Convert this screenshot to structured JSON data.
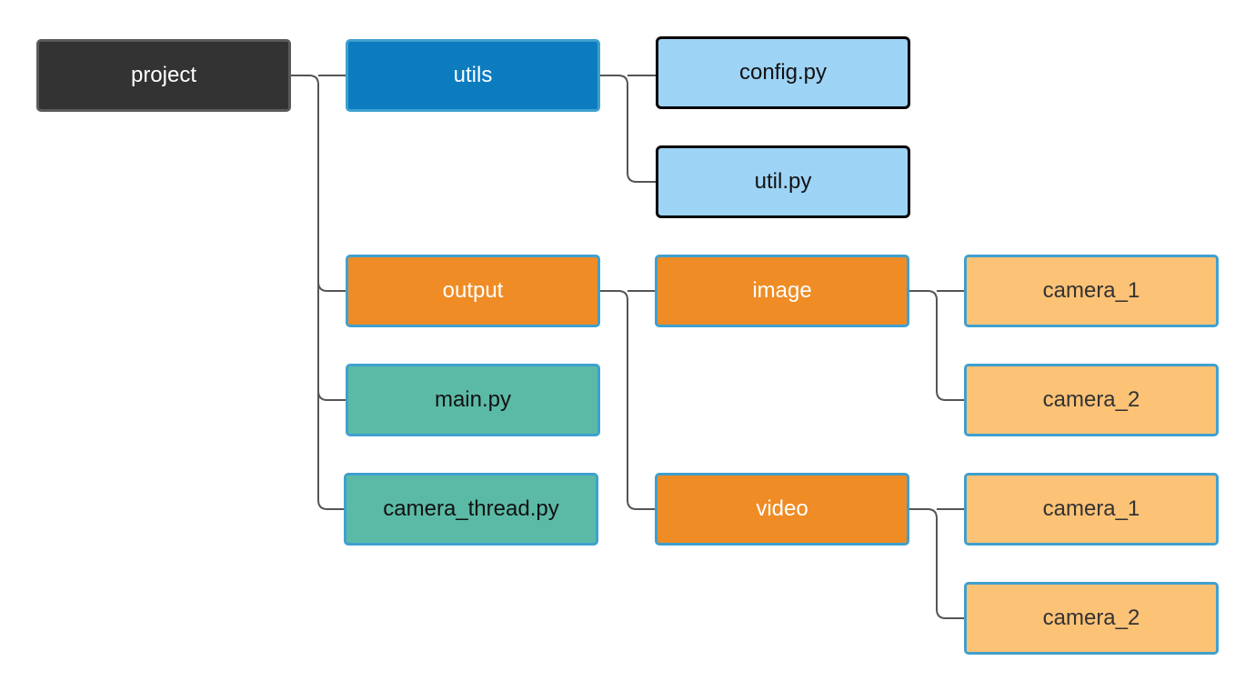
{
  "diagram": {
    "nodes": {
      "project": {
        "label": "project",
        "fill": "#333333",
        "text_color": "#ffffff"
      },
      "utils": {
        "label": "utils",
        "fill": "#0c7cbf",
        "text_color": "#ffffff"
      },
      "config": {
        "label": "config.py",
        "fill": "#9dd3f5",
        "text_color": "#111111"
      },
      "util": {
        "label": "util.py",
        "fill": "#9dd3f5",
        "text_color": "#111111"
      },
      "output": {
        "label": "output",
        "fill": "#ef8c25",
        "text_color": "#ffffff"
      },
      "main": {
        "label": "main.py",
        "fill": "#5bbaa6",
        "text_color": "#111111"
      },
      "camera_thread": {
        "label": "camera_thread.py",
        "fill": "#5bbaa6",
        "text_color": "#111111"
      },
      "image": {
        "label": "image",
        "fill": "#ef8c25",
        "text_color": "#ffffff"
      },
      "video": {
        "label": "video",
        "fill": "#ef8c25",
        "text_color": "#ffffff"
      },
      "image_camera_1": {
        "label": "camera_1",
        "fill": "#fcc276",
        "text_color": "#333333"
      },
      "image_camera_2": {
        "label": "camera_2",
        "fill": "#fcc276",
        "text_color": "#333333"
      },
      "video_camera_1": {
        "label": "camera_1",
        "fill": "#fcc276",
        "text_color": "#333333"
      },
      "video_camera_2": {
        "label": "camera_2",
        "fill": "#fcc276",
        "text_color": "#333333"
      }
    },
    "edges": [
      [
        "project",
        "utils"
      ],
      [
        "project",
        "output"
      ],
      [
        "project",
        "main"
      ],
      [
        "project",
        "camera_thread"
      ],
      [
        "utils",
        "config"
      ],
      [
        "utils",
        "util"
      ],
      [
        "output",
        "image"
      ],
      [
        "output",
        "video"
      ],
      [
        "image",
        "image_camera_1"
      ],
      [
        "image",
        "image_camera_2"
      ],
      [
        "video",
        "video_camera_1"
      ],
      [
        "video",
        "video_camera_2"
      ]
    ],
    "connector_color": "#555555"
  }
}
